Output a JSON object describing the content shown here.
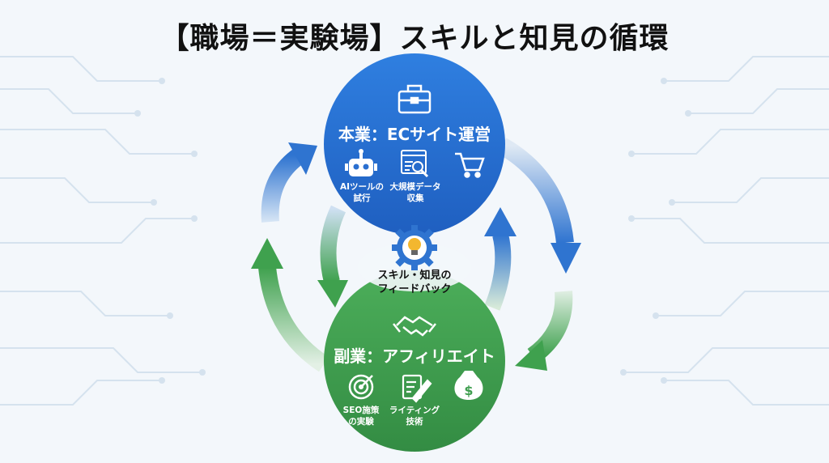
{
  "title": "【職場＝実験場】スキルと知見の循環",
  "main_job": {
    "title": "本業：ECサイト運営",
    "items": [
      {
        "icon": "robot-icon",
        "label_line1": "AIツールの",
        "label_line2": "試行"
      },
      {
        "icon": "data-analysis-icon",
        "label_line1": "大規模データ",
        "label_line2": "収集"
      },
      {
        "icon": "shopping-cart-icon",
        "label_line1": "",
        "label_line2": ""
      }
    ],
    "color": "#2a6fd0"
  },
  "side_job": {
    "title": "副業：アフィリエイト",
    "items": [
      {
        "icon": "target-icon",
        "label_line1": "SEO施策",
        "label_line2": "の実験"
      },
      {
        "icon": "writing-icon",
        "label_line1": "ライティング",
        "label_line2": "技術"
      },
      {
        "icon": "money-bag-icon",
        "label_line1": "",
        "label_line2": ""
      }
    ],
    "color": "#3f9e4f"
  },
  "feedback": {
    "line1": "スキル・知見の",
    "line2": "フィードバック"
  }
}
